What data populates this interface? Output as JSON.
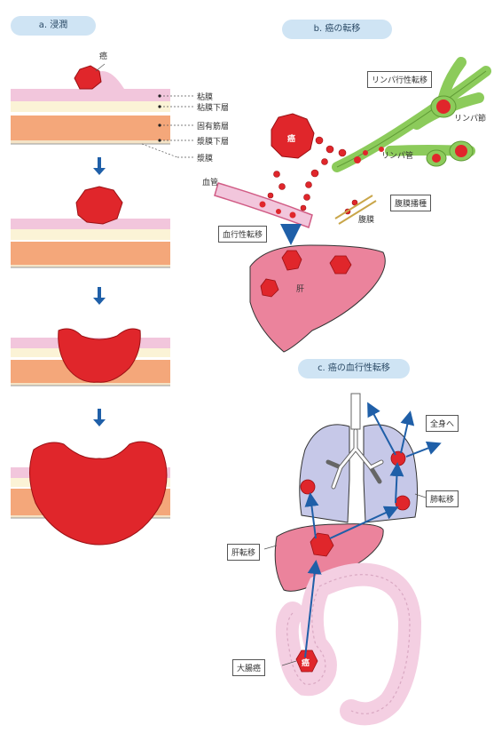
{
  "panels": {
    "a": {
      "title": "a. 浸潤"
    },
    "b": {
      "title": "b. 癌の転移"
    },
    "c": {
      "title": "c. 癌の血行性転移"
    }
  },
  "panel_a": {
    "cancer_label": "癌",
    "layers": [
      "粘膜",
      "粘膜下層",
      "固有筋層",
      "漿膜下層",
      "漿膜"
    ]
  },
  "panel_b": {
    "cancer_label": "癌",
    "vessel_label": "血管",
    "lymph_box": "リンパ行性転移",
    "lymph_node_label": "リンパ節",
    "lymph_vessel_label": "リンパ管",
    "hematogenous_box": "血行性転移",
    "peritoneal_box": "腹膜播種",
    "peritoneum_label": "腹膜",
    "liver_label": "肝"
  },
  "panel_c": {
    "systemic_box": "全身へ",
    "lung_box": "肺転移",
    "liver_box": "肝転移",
    "colon_box": "大腸癌",
    "colon_cancer_label": "癌"
  },
  "colors": {
    "tumor": "#e0262b",
    "tumor_edge": "#9a1014",
    "mucosa": "#f2c6dc",
    "submucosa": "#fbf3d6",
    "muscle": "#f4a77a",
    "serosa": "#f4e3c6",
    "lymph": "#8ccb5b",
    "liver": "#e86d8b",
    "lung": "#c6c8e8",
    "colon": "#f4cfe2",
    "arrow": "#1f5fa8",
    "pill": "#cfe4f4"
  }
}
